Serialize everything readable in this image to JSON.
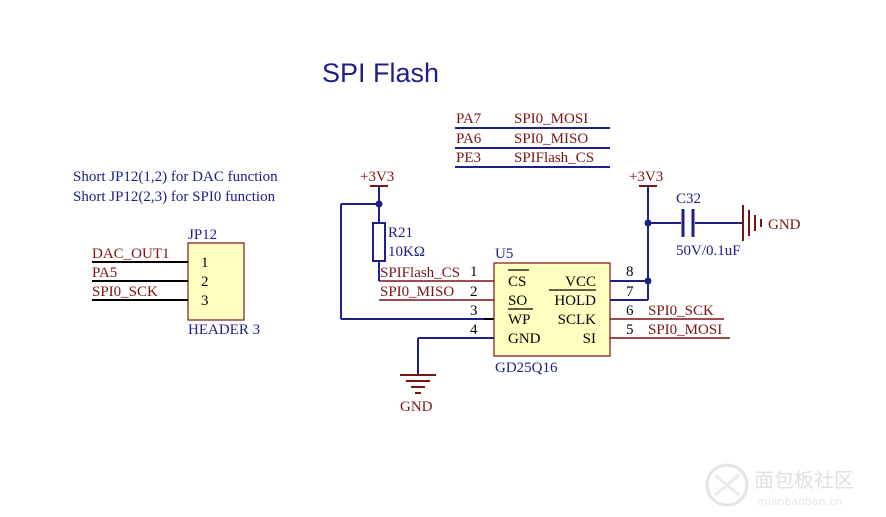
{
  "title": "SPI Flash",
  "notes": [
    "Short JP12(1,2) for DAC function",
    "Short JP12(2,3) for SPI0 function"
  ],
  "port_map": [
    {
      "port": "PA7",
      "signal": "SPI0_MOSI"
    },
    {
      "port": "PA6",
      "signal": "SPI0_MISO"
    },
    {
      "port": "PE3",
      "signal": "SPIFlash_CS"
    }
  ],
  "jumper": {
    "ref": "JP12",
    "part": "HEADER 3",
    "pins": [
      "1",
      "2",
      "3"
    ],
    "nets": [
      "DAC_OUT1",
      "PA5",
      "SPI0_SCK"
    ]
  },
  "resistor": {
    "ref": "R21",
    "value": "10KΩ"
  },
  "capacitor": {
    "ref": "C32",
    "value": "50V/0.1uF"
  },
  "power": {
    "vcc": "+3V3",
    "gnd": "GND"
  },
  "chip": {
    "ref": "U5",
    "part": "GD25Q16",
    "left_pins": [
      {
        "num": "1",
        "name": "CS",
        "net": "SPIFlash_CS"
      },
      {
        "num": "2",
        "name": "SO",
        "net": "SPI0_MISO"
      },
      {
        "num": "3",
        "name": "WP",
        "net": ""
      },
      {
        "num": "4",
        "name": "GND",
        "net": ""
      }
    ],
    "right_pins": [
      {
        "num": "8",
        "name": "VCC",
        "net": ""
      },
      {
        "num": "7",
        "name": "HOLD",
        "net": ""
      },
      {
        "num": "6",
        "name": "SCLK",
        "net": "SPI0_SCK"
      },
      {
        "num": "5",
        "name": "SI",
        "net": "SPI0_MOSI"
      }
    ]
  },
  "watermark": {
    "text": "面包板社区",
    "sub": "mianbaoban.cn"
  },
  "colors": {
    "wire": "#1d2088",
    "net": "#7a1414",
    "body": "#ffffc0"
  }
}
